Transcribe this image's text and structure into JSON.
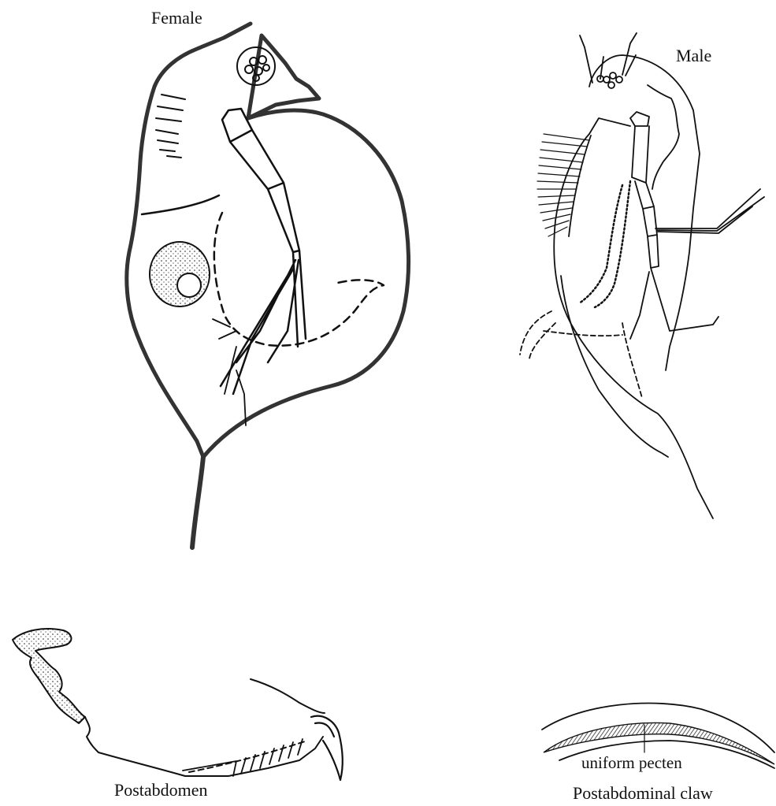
{
  "labels": {
    "female": "Female",
    "male": "Male",
    "postabdomen": "Postabdomen",
    "pecten": "uniform pecten",
    "claw": "Postabdominal claw"
  },
  "colors": {
    "ink": "#111111",
    "outline_heavy": "#333333",
    "background": "#ffffff"
  }
}
